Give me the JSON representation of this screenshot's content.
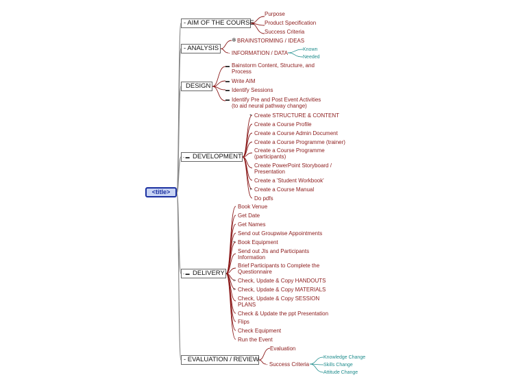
{
  "root": "<title>",
  "branches": [
    {
      "label": "- AIM OF THE COURSE",
      "children": [
        "Purpose",
        "Product Specification",
        "Success Criteria"
      ]
    },
    {
      "label": "- ANALYSIS",
      "children": [
        "BRAINSTORMING / IDEAS",
        "- INFORMATION / DATA"
      ],
      "subchildren": [
        "Known",
        "Needed"
      ]
    },
    {
      "label": "DESIGN",
      "children": [
        "Bainstorm Content, Structure, and",
        "Process",
        "Write AIM",
        "Identify Sessions",
        "Identify Pre and Post Event Activities",
        "(to aid neural pathway change)"
      ]
    },
    {
      "label": "DEVELOPMENT",
      "children": [
        "Create STRUCTURE & CONTENT",
        "Create a Course Profile",
        "Create a Course Admin Document",
        "Create a Course Programme (trainer)",
        "Create a Course Programme",
        "(participants)",
        "Create PowerPoint Storyboard /",
        "Presentation",
        "Create a 'Student Workbook'",
        "Create a Course Manual",
        "Do pdfs"
      ]
    },
    {
      "label": "DELIVERY",
      "children": [
        "Book Venue",
        "Get Date",
        "Get Names",
        "Send out Groupwise Appointments",
        "Book Equipment",
        "Send out JIs and Participants",
        "Information",
        "Brief Participants to Complete the",
        "Questionnaire",
        "Check, Update & Copy HANDOUTS",
        "Check, Update & Copy MATERIALS",
        "Check, Update & Copy SESSION",
        "PLANS",
        "Check & Update the ppt Presentation",
        "Flips",
        "Check Equipment",
        "Run the Event"
      ]
    },
    {
      "label": "- EVALUATION / REVIEW",
      "children": [
        "Evaluation",
        "- Success Criteria"
      ],
      "subchildren": [
        "Knowledge Change",
        "Skills Change",
        "Attitude Change"
      ]
    }
  ]
}
